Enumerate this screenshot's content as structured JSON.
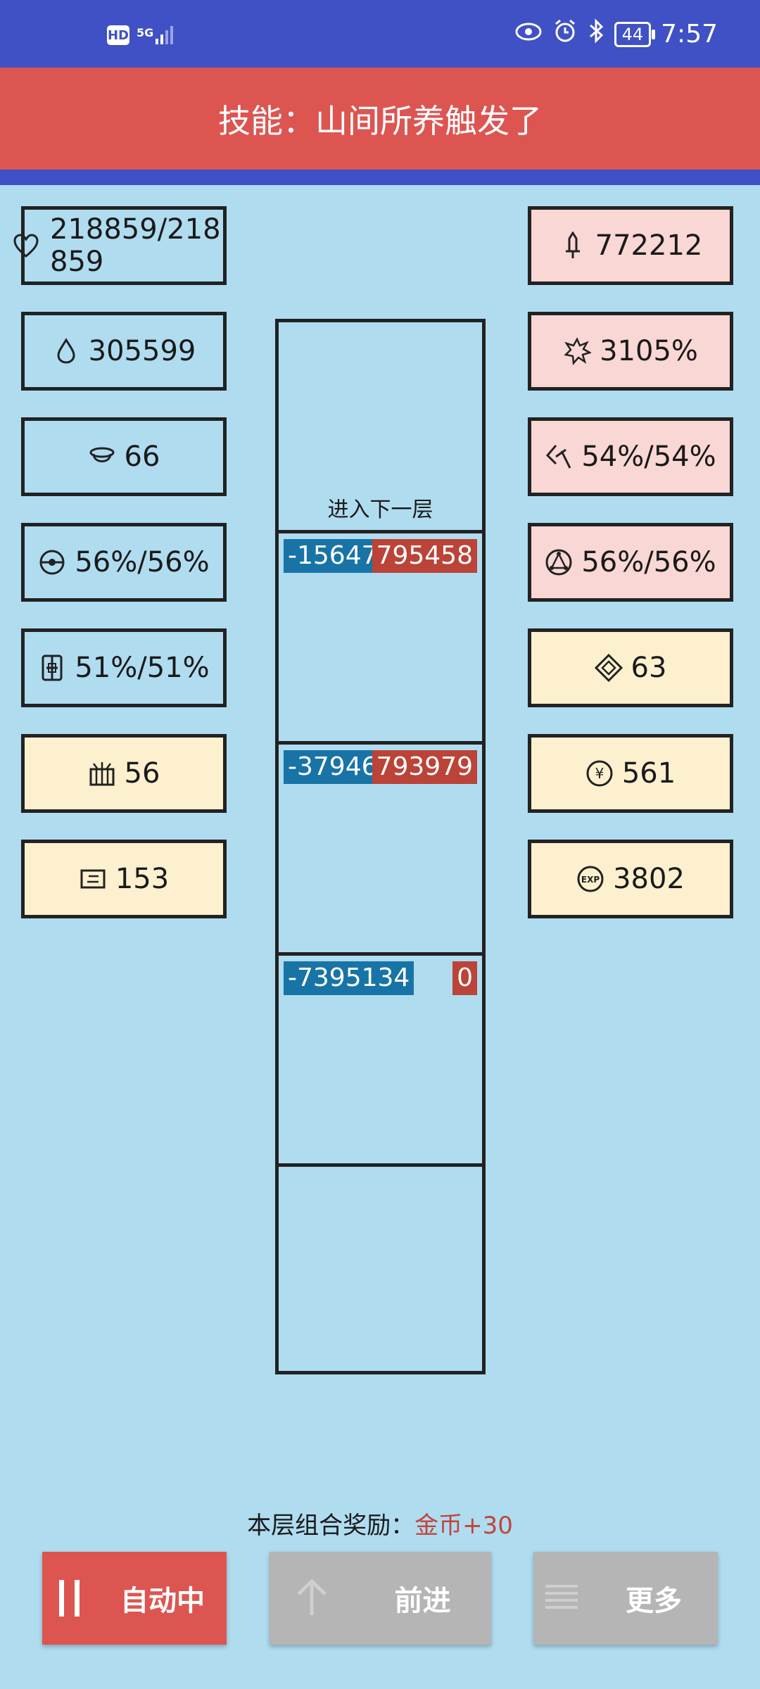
{
  "status_bar": {
    "left_badge": "HD",
    "network": "5G",
    "battery": "44",
    "time": "7:57"
  },
  "banner": {
    "text": "技能：山间所养触发了"
  },
  "left_stats": [
    {
      "icon": "heart-icon",
      "value": "218859/218859"
    },
    {
      "icon": "droplet-icon",
      "value": "305599"
    },
    {
      "icon": "helmet-icon",
      "value": "66"
    },
    {
      "icon": "shield-ring-icon",
      "value": "56%/56%"
    },
    {
      "icon": "armor-icon",
      "value": "51%/51%"
    },
    {
      "icon": "chest-icon",
      "value": "56"
    },
    {
      "icon": "card-icon",
      "value": "153"
    }
  ],
  "right_stats": [
    {
      "icon": "sword-icon",
      "value": "772212"
    },
    {
      "icon": "burst-icon",
      "value": "3105%"
    },
    {
      "icon": "slash-icon",
      "value": "54%/54%"
    },
    {
      "icon": "triangle-nodes-icon",
      "value": "56%/56%"
    },
    {
      "icon": "gem-icon",
      "value": "63"
    },
    {
      "icon": "yen-coin-icon",
      "value": "561"
    },
    {
      "icon": "exp-icon",
      "value": "3802"
    }
  ],
  "tower": {
    "next_floor_label": "进入下一层",
    "floors": [
      {
        "atk": "-1564775",
        "hp": "795458"
      },
      {
        "atk": "-3794633",
        "hp": "793979"
      },
      {
        "atk": "-7395134",
        "hp": "0"
      }
    ]
  },
  "reward": {
    "label": "本层组合奖励：",
    "value": "金币+30"
  },
  "buttons": {
    "auto": "自动中",
    "forward": "前进",
    "more": "更多"
  },
  "colors": {
    "status_bar": "#3f51c4",
    "banner": "#dc5551",
    "background": "#b0dcf0",
    "pink_card": "#f8d7d5",
    "yellow_card": "#fdf0cf",
    "atk_badge": "#1874a6",
    "hp_badge": "#bb4338"
  }
}
